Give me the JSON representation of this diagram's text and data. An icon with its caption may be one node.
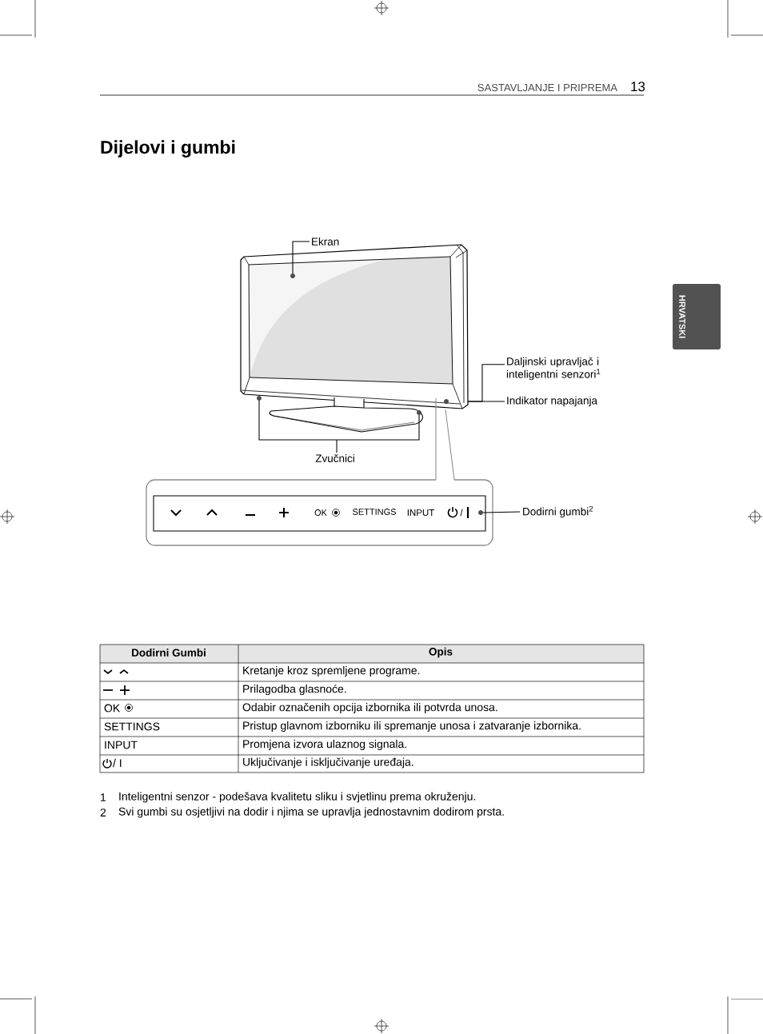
{
  "diagram": {
    "title": "Dijelovi i gumbi",
    "nodes": [
      {
        "text": [
          "Ekran"
        ]
      },
      {
        "text": [
          "Daljinski upravljač i inteligentni senzori$^{1}$"
        ]
      },
      {
        "text": [
          "Indikator napajanja"
        ]
      },
      {
        "text": [
          "Zvučnici"
        ]
      },
      {
        "text": [
          "Dodirni gumbi$^{2}$"
        ]
      },
      {
        "text": [],
        "shape": "picture"
      },
      {
        "text": [],
        "shape": "box"
      },
      {
        "text": [
          "OK",
          "SETTINGS",
          "INPUT",
          "/"
        ],
        "in": 6
      }
    ],
    "edges": [
      {
        "from": 0,
        "to": 5,
        "arrow": "none"
      },
      {
        "from": 1,
        "to": 5,
        "arrow": "none"
      },
      {
        "from": 2,
        "to": 5,
        "arrow": "none"
      },
      {
        "from": 3,
        "to": 5,
        "arrow": "none"
      },
      {
        "from": 5,
        "to": 6,
        "arrow": "none",
        "color": "#8c8c8c"
      },
      {
        "from": 4,
        "to": 7,
        "arrow": "none"
      }
    ],
    "labels": [
      "SASTAVLJANJE I PRIPREMA",
      "13",
      "HRVATSKI",
      "Dodirni Gumbi",
      "Opis",
      "Kretanje kroz spremljene programe.",
      "Prilagodba glasnoće.",
      "OK",
      "Odabir označenih opcija izbornika ili potvrda unosa.",
      "SETTINGS",
      "Pristup glavnom izborniku ili spremanje unosa i zatvaranje izbornika.",
      "INPUT",
      "Promjena izvora ulaznog signala.",
      "/ I",
      "Uključivanje i isključivanje uređaja.",
      "1",
      "Inteligentni senzor - podešava kvalitetu sliku i svjetlinu prema okruženju.",
      "2",
      "Svi gumbi su osjetljivi na dodir i njima se upravlja jednostavnim dodirom prsta."
    ]
  }
}
